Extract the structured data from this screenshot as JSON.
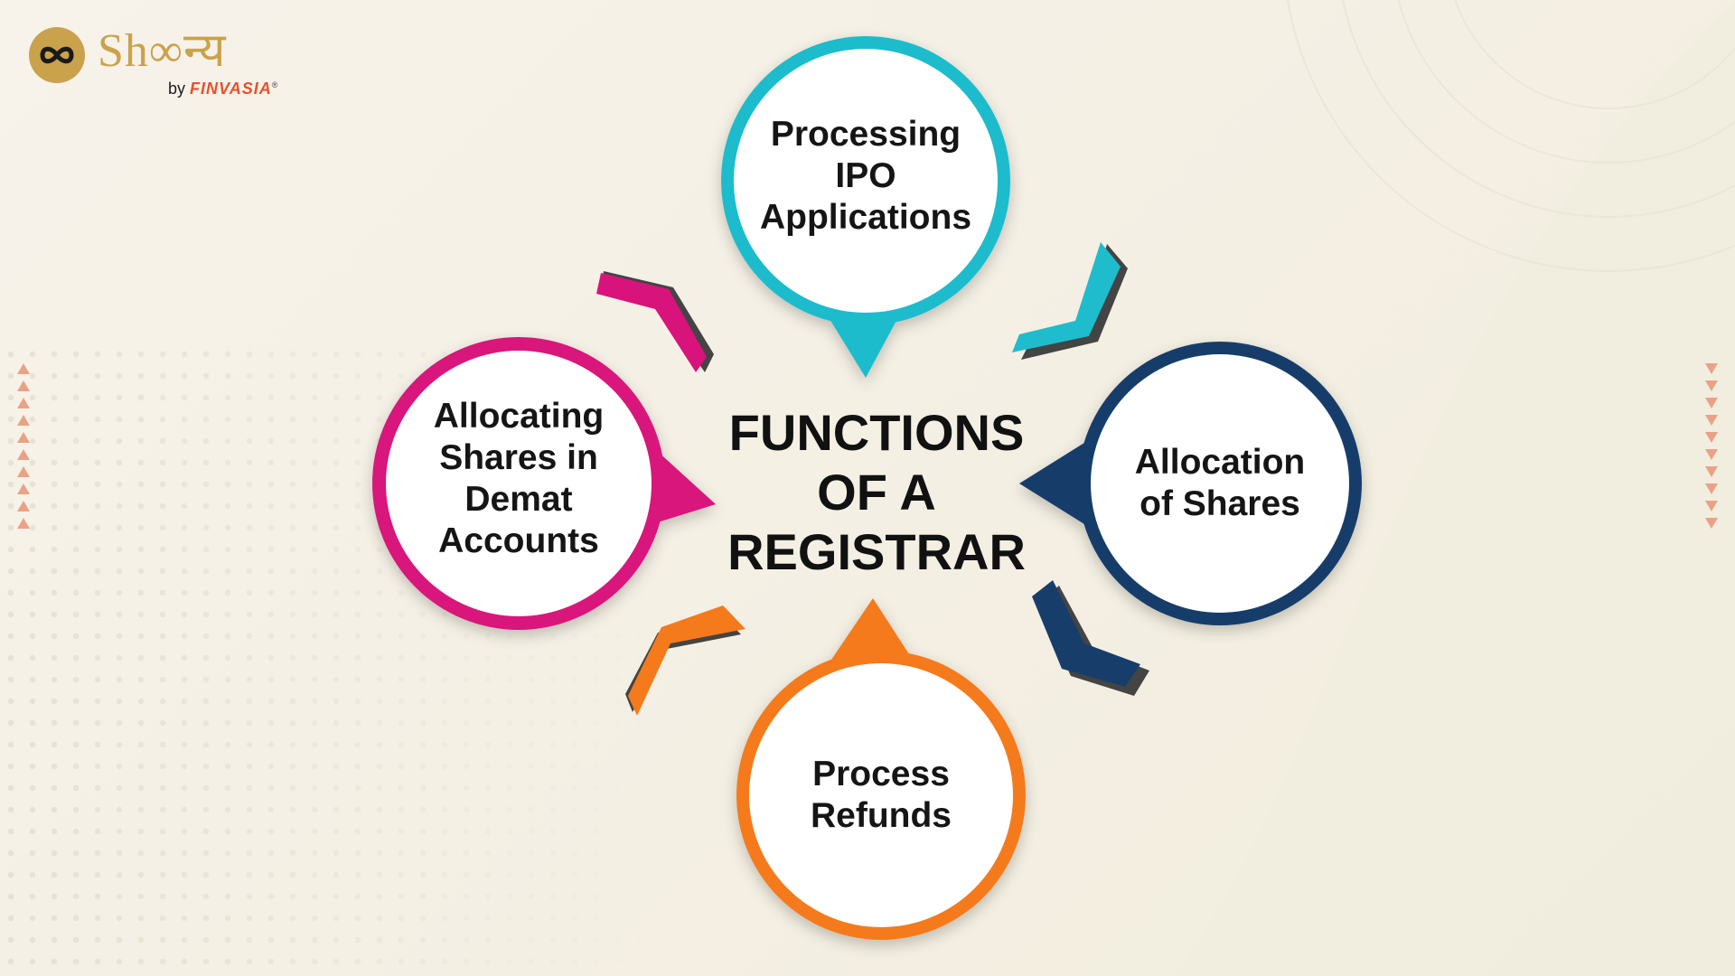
{
  "logo": {
    "name": "Shoonya",
    "by_text": "by",
    "brand": "FINVASIA",
    "trademark": "®"
  },
  "diagram": {
    "center_title": "FUNCTIONS OF A REGISTRAR",
    "nodes": [
      {
        "label": "Processing IPO Applications",
        "color": "#1fbccd"
      },
      {
        "label": "Allocation of Shares",
        "color": "#173e6b"
      },
      {
        "label": "Process Refunds",
        "color": "#f57a1c"
      },
      {
        "label": "Allocating Shares in Demat Accounts",
        "color": "#d8137c"
      }
    ]
  },
  "colors": {
    "background": "#f5f0e5",
    "accent_gold": "#caa24b",
    "accent_orange": "#e8502d",
    "triangle": "#eaa287"
  }
}
